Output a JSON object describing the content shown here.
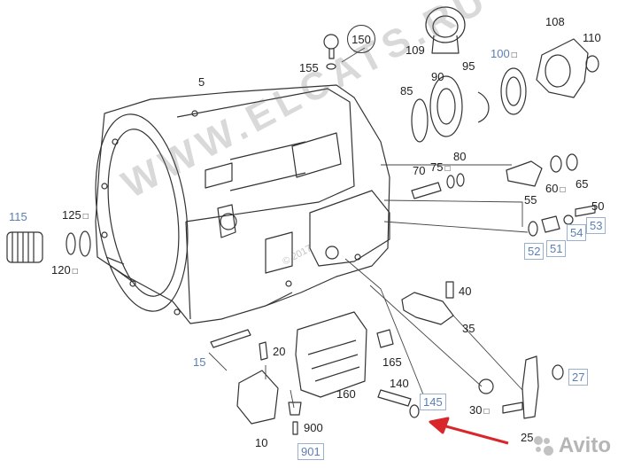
{
  "labels": {
    "p5": "5",
    "p10": "10",
    "p15": "15",
    "p20": "20",
    "p25": "25",
    "p27": "27",
    "p30": "30",
    "p35": "35",
    "p40": "40",
    "p50": "50",
    "p51": "51",
    "p52": "52",
    "p53": "53",
    "p54": "54",
    "p55": "55",
    "p60": "60",
    "p65": "65",
    "p70": "70",
    "p75": "75",
    "p80": "80",
    "p85": "85",
    "p90": "90",
    "p95": "95",
    "p100": "100",
    "p108": "108",
    "p109": "109",
    "p110": "110",
    "p115": "115",
    "p120": "120",
    "p125": "125",
    "p140": "140",
    "p145": "145",
    "p150": "150",
    "p155": "155",
    "p160": "160",
    "p165": "165",
    "p900": "900",
    "p901": "901"
  },
  "watermark": "WWW.ELCATS.RU",
  "watermark_small": "© 2017",
  "brand": "Avito",
  "colors": {
    "line": "#333333",
    "label_blue": "#5b7fb3",
    "arrow": "#d9262a",
    "watermark": "#787878"
  }
}
